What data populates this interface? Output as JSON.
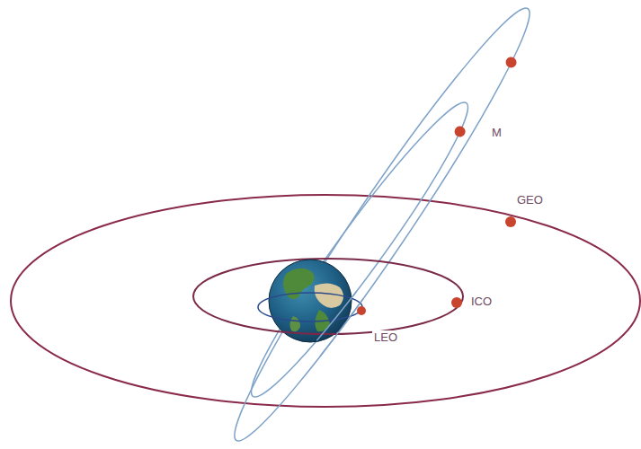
{
  "diagram": {
    "labels": [
      "M",
      "GEO",
      "LEO",
      "ICO"
    ]
  }
}
